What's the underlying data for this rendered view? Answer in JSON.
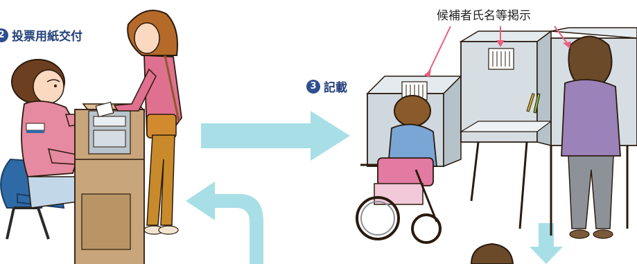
{
  "steps": [
    {
      "number": "2",
      "label": "投票用紙交付"
    },
    {
      "number": "3",
      "label": "記載"
    }
  ],
  "callout": {
    "label": "候補者氏名等掲示"
  },
  "colors": {
    "arrow": "#a8dfe6",
    "badge": "#2f4f8f",
    "label_text": "#23407a",
    "booth_panel": "#cfd8de",
    "desk": "#c8a57a",
    "pointer_line": "#e85f7f"
  }
}
